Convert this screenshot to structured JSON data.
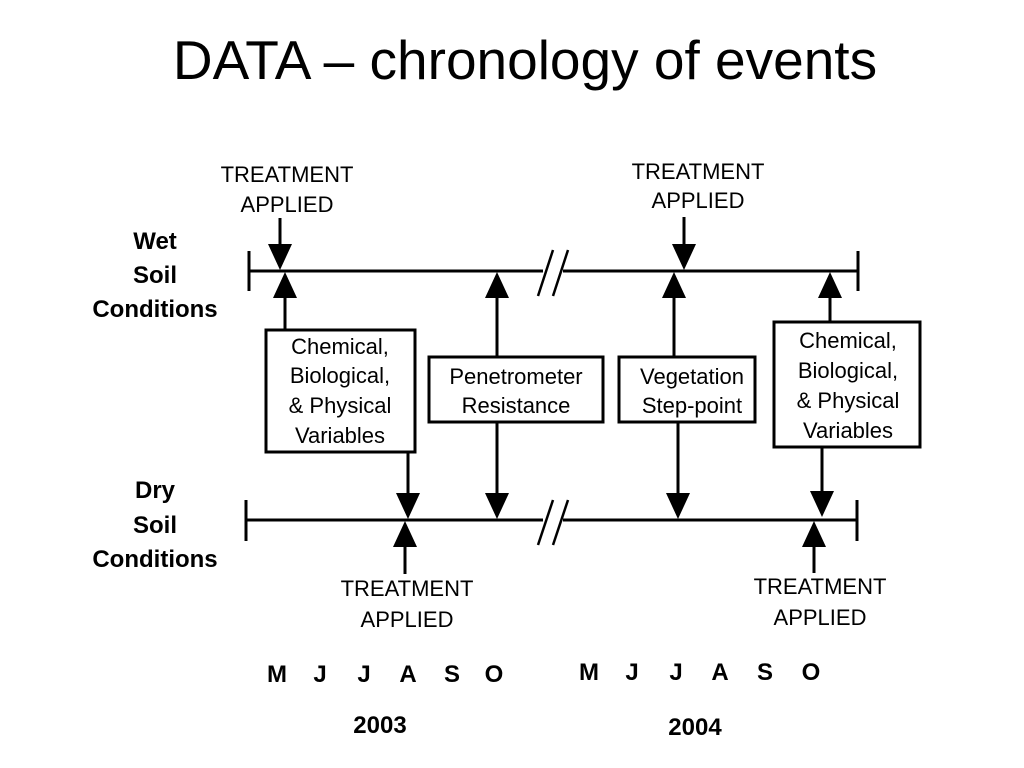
{
  "title": "DATA – chronology of events",
  "rows": {
    "wet": [
      "Wet",
      "Soil",
      "Conditions"
    ],
    "dry": [
      "Dry",
      "Soil",
      "Conditions"
    ]
  },
  "treatment_labels": {
    "wet_2003": [
      "TREATMENT",
      "APPLIED"
    ],
    "wet_2004": [
      "TREATMENT",
      "APPLIED"
    ],
    "dry_2003": [
      "TREATMENT",
      "APPLIED"
    ],
    "dry_2004": [
      "TREATMENT",
      "APPLIED"
    ]
  },
  "boxes": {
    "chem_2003": [
      "Chemical,",
      "Biological,",
      "& Physical",
      "Variables"
    ],
    "penetrometer": [
      "Penetrometer",
      "Resistance"
    ],
    "vegetation": [
      "Vegetation",
      "Step-point"
    ],
    "chem_2004": [
      "Chemical,",
      "Biological,",
      "& Physical",
      "Variables"
    ]
  },
  "months": {
    "y2003": [
      "M",
      "J",
      "J",
      "A",
      "S",
      "O"
    ],
    "y2004": [
      "M",
      "J",
      "J",
      "A",
      "S",
      "O"
    ]
  },
  "years": [
    "2003",
    "2004"
  ]
}
